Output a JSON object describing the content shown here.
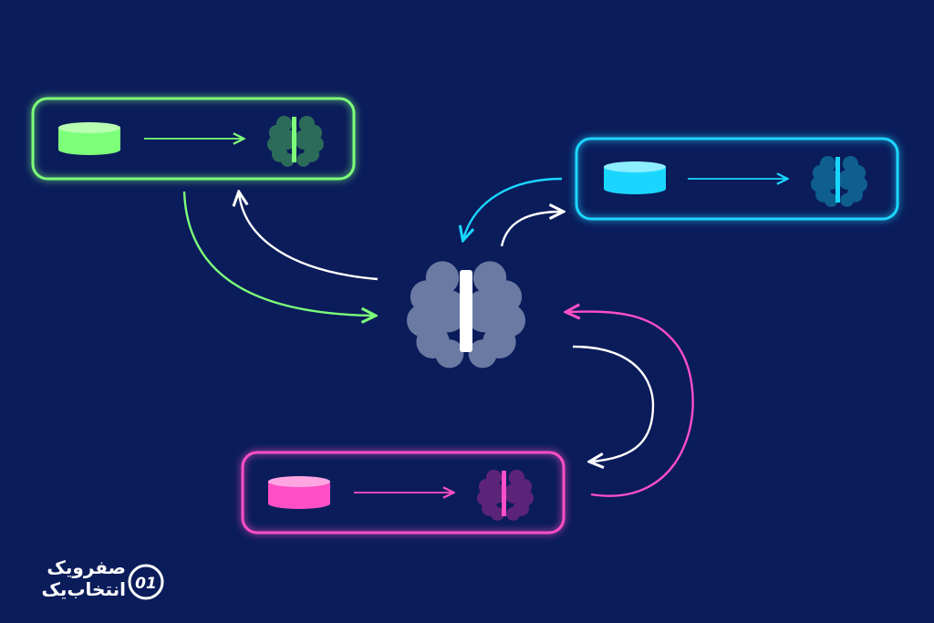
{
  "colors": {
    "background": "#0b1c5b",
    "green": "#7dff7a",
    "green_dark": "#2c6b5a",
    "cyan": "#1ad6ff",
    "cyan_dark": "#0e5e8e",
    "pink": "#ff4fc6",
    "pink_dark": "#5c2479",
    "brain_center": "#6b7aa3",
    "white": "#ffffff"
  },
  "nodes": {
    "top_left": {
      "icon": "database-icon",
      "target_icon": "brain-icon",
      "color": "green"
    },
    "top_right": {
      "icon": "database-icon",
      "target_icon": "brain-icon",
      "color": "cyan"
    },
    "bottom": {
      "icon": "database-icon",
      "target_icon": "brain-icon",
      "color": "pink"
    },
    "center": {
      "icon": "brain-icon"
    }
  },
  "logo": {
    "line1": "صفرویک",
    "line2": "انتخاب‌یک",
    "mark": "01"
  }
}
